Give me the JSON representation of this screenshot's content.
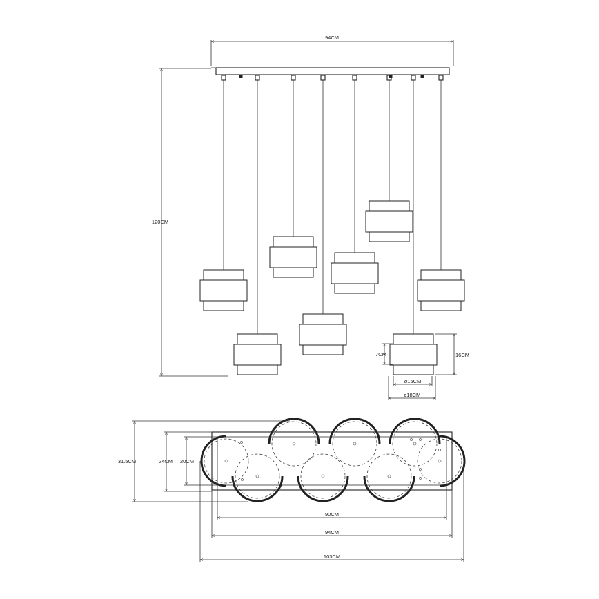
{
  "dimensions": {
    "canopy_width": "94CM",
    "total_height": "120CM",
    "shade_height": "16CM",
    "shade_inner_band": "7CM",
    "inner_diameter": "ø15CM",
    "outer_diameter": "ø18CM",
    "plan_depth_total": "31.5CM",
    "plan_depth_mid": "24CM",
    "plan_depth_inner": "20CM",
    "plan_width_inner": "90CM",
    "plan_width_canopy": "94CM",
    "plan_width_total": "103CM"
  },
  "lamp_count": 8
}
